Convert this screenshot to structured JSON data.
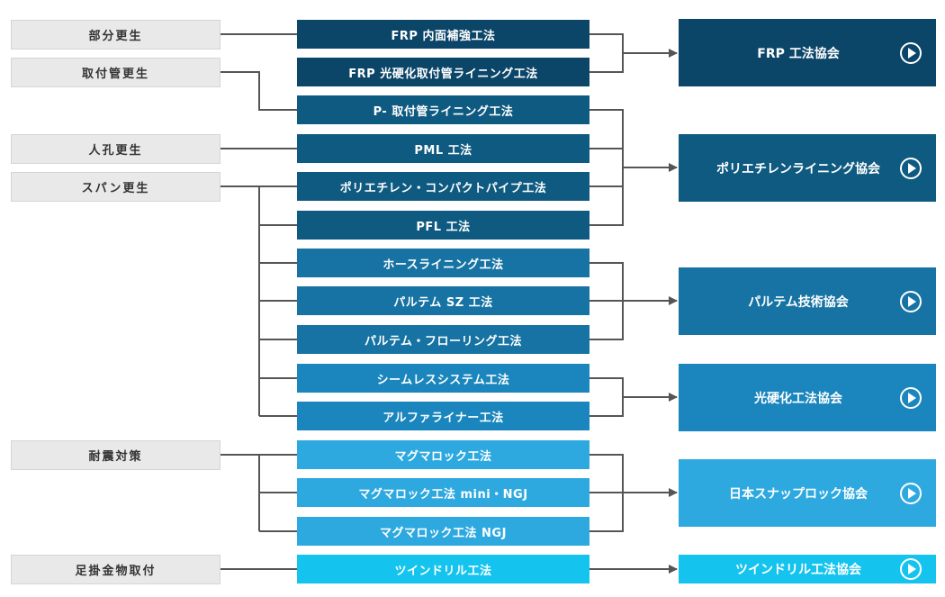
{
  "categories": [
    {
      "id": "partial",
      "label": "部分更生"
    },
    {
      "id": "lateral",
      "label": "取付管更生"
    },
    {
      "id": "manhole",
      "label": "人孔更生"
    },
    {
      "id": "span",
      "label": "スパン更生"
    },
    {
      "id": "seismic",
      "label": "耐震対策"
    },
    {
      "id": "step",
      "label": "足掛金物取付"
    }
  ],
  "methods": [
    {
      "label": "FRP 内面補強工法",
      "color": "#0b4568"
    },
    {
      "label": "FRP 光硬化取付管ライニング工法",
      "color": "#0b4568"
    },
    {
      "label": "P- 取付管ライニング工法",
      "color": "#0f5a80"
    },
    {
      "label": "PML 工法",
      "color": "#0f5a80"
    },
    {
      "label": "ポリエチレン・コンパクトパイプ工法",
      "color": "#0f5a80"
    },
    {
      "label": "PFL 工法",
      "color": "#0f5a80"
    },
    {
      "label": "ホースライニング工法",
      "color": "#1773a3"
    },
    {
      "label": "パルテム SZ 工法",
      "color": "#1773a3"
    },
    {
      "label": "パルテム・フローリング工法",
      "color": "#1773a3"
    },
    {
      "label": "シームレスシステム工法",
      "color": "#1a86bd"
    },
    {
      "label": "アルファライナー工法",
      "color": "#1a86bd"
    },
    {
      "label": "マグマロック工法",
      "color": "#2ea9e0"
    },
    {
      "label": "マグマロック工法 mini・NGJ",
      "color": "#2ea9e0"
    },
    {
      "label": "マグマロック工法 NGJ",
      "color": "#2ea9e0"
    },
    {
      "label": "ツインドリル工法",
      "color": "#14c4ee"
    }
  ],
  "associations": [
    {
      "label": "FRP 工法協会",
      "color": "#0b4568"
    },
    {
      "label": "ポリエチレンライニング協会",
      "color": "#0f5a80"
    },
    {
      "label": "パルテム技術協会",
      "color": "#1773a3"
    },
    {
      "label": "光硬化工法協会",
      "color": "#1a86bd"
    },
    {
      "label": "日本スナップロック協会",
      "color": "#2ea9e0"
    },
    {
      "label": "ツインドリル工法協会",
      "color": "#14c4ee"
    }
  ]
}
